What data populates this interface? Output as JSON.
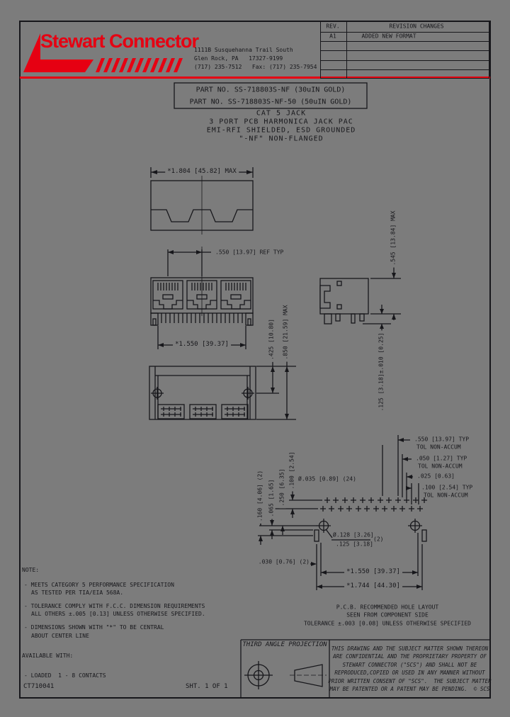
{
  "header": {
    "logo_text": "Stewart Connector",
    "address_line1": "1111B Susquehanna Trail South",
    "address_line2": "Glen Rock, PA   17327-9199",
    "address_line3": "(717) 235-7512   Fax: (717) 235-7954",
    "revision_table": {
      "col_rev": "REV.",
      "col_changes": "REVISION CHANGES",
      "rev_value": "A1",
      "change_value": "ADDED NEW FORMAT"
    }
  },
  "part_info": {
    "part_line1": "PART NO. SS-718803S-NF (30uIN GOLD)",
    "part_line2": "PART NO. SS-718803S-NF-50 (50uIN GOLD)",
    "desc_line1": "CAT 5 JACK",
    "desc_line2": "3 PORT PCB HARMONICA JACK PAC",
    "desc_line3": "EMI-RFI SHIELDED, ESD GROUNDED",
    "desc_line4": "\"-NF\" NON-FLANGED"
  },
  "views": {
    "top": {
      "dim_width": "*1.804 [45.82] MAX"
    },
    "front": {
      "dim_ref": ".550 [13.97] REF TYP",
      "dim_width": "*1.550 [39.37]",
      "dim_height_pcb": ".425 [10.80]",
      "dim_height_max": ".850 [21.59] MAX"
    },
    "side": {
      "dim_height": ".545 [13.84] MAX",
      "dim_standoff": ".125 [3.18]±.010 [0.25]"
    },
    "pcb": {
      "d1": ".550 [13.97] TYP",
      "d1b": "TOL NON-ACCUM",
      "d2": ".050 [1.27] TYP",
      "d2b": "TOL NON-ACCUM",
      "d3": ".025 [0.63]",
      "d4": ".100 [2.54] TYP",
      "d4b": "TOL NON-ACCUM",
      "v1": ".160 [4.06] (2)",
      "v2": ".065 [1.65]",
      "v3": ".250 [6.35]",
      "v4": ".100 [2.54]",
      "hole_dia": "Ø.035 [0.89] (24)",
      "mount_top": "Ø.128 [3.26]",
      "mount_bot": ".125 [3.18]",
      "mount_qty": "(2)",
      "offset": ".030 [0.76] (2)",
      "w1": "*1.550 [39.37]",
      "w2": "*1.744 [44.30]",
      "caption1": "P.C.B. RECOMMENDED HOLE LAYOUT",
      "caption2": "SEEN FROM COMPONENT SIDE",
      "caption3": "TOLERANCE ±.003 [0.08] UNLESS OTHERWISE SPECIFIED"
    }
  },
  "notes": {
    "title": "NOTE:",
    "n1a": "- MEETS CATEGORY 5 PERFORMANCE SPECIFICATION",
    "n1b": "AS TESTED PER TIA/EIA 568A.",
    "n2a": "- TOLERANCE COMPLY WITH F.C.C. DIMENSION REQUIREMENTS",
    "n2b": "ALL OTHERS ±.005 [0.13] UNLESS OTHERWISE SPECIFIED.",
    "n3a": "- DIMENSIONS SHOWN WITH \"*\" TO BE CENTRAL",
    "n3b": "ABOUT CENTER LINE",
    "available": "AVAILABLE WITH:",
    "loaded": "- LOADED  1 - 8 CONTACTS"
  },
  "footer": {
    "doc_number": "CT710041",
    "sheet": "SHT. 1 OF 1",
    "projection_title": "THIRD ANGLE PROJECTION",
    "legal": [
      "THIS DRAWING AND THE SUBJECT MATTER SHOWN THEREON",
      "ARE CONFIDENTIAL AND THE PROPRIETARY PROPERTY OF",
      "STEWART CONNECTOR (\"SCS\") AND SHALL NOT BE",
      "REPRODUCED,COPIED OR USED IN ANY MANNER WITHOUT",
      "PRIOR WRITTEN CONSENT OF \"SCS\".  THE SUBJECT MATTER",
      "MAY BE PATENTED OR A PATENT MAY BE PENDING.  © SCS"
    ]
  },
  "colors": {
    "accent_red": "#e60012",
    "background": "#7c7c7c",
    "line": "#17171b"
  }
}
